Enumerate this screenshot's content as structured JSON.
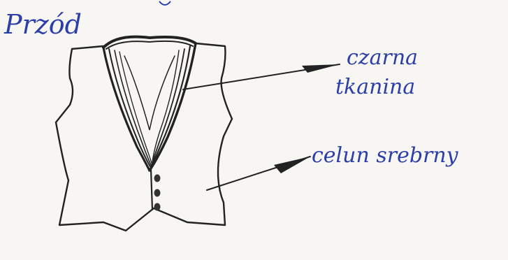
{
  "title": "Przód",
  "labels": {
    "lapel": {
      "line1": "czarna",
      "line2": "tkanina"
    },
    "body": "celun srebrny"
  },
  "colors": {
    "pencil": "#222222",
    "ink": "#2c3fa8",
    "paper": "#f8f6f2"
  },
  "buttons_count": 3
}
